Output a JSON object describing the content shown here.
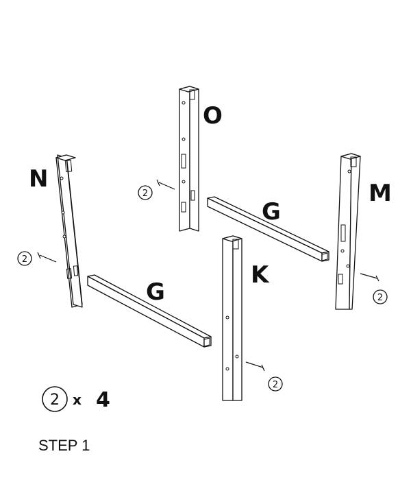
{
  "labels": {
    "leg_o": "O",
    "leg_n": "N",
    "leg_m": "M",
    "leg_k": "K",
    "rail_back": "G",
    "rail_front": "G"
  },
  "callouts": {
    "screw_part": "2"
  },
  "quantity": {
    "part": "2",
    "times": "x",
    "count": "4"
  },
  "step_label": "STEP 1"
}
